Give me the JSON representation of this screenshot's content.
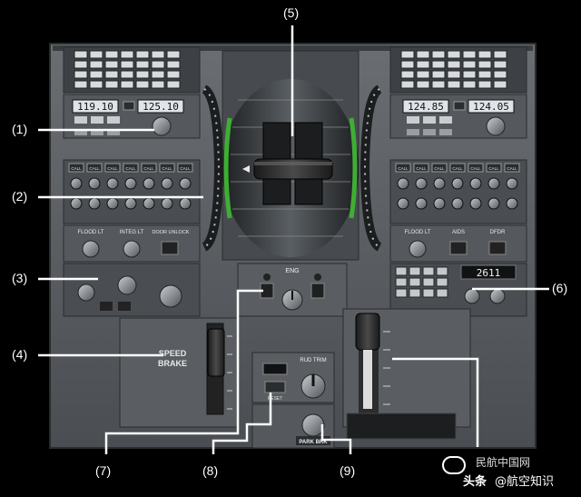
{
  "callouts": {
    "c1": "(1)",
    "c2": "(2)",
    "c3": "(3)",
    "c4": "(4)",
    "c5": "(5)",
    "c6": "(6)",
    "c7": "(7)",
    "c8": "(8)",
    "c9": "(9)"
  },
  "rmp": {
    "left_active": "119.10",
    "left_standby": "125.10",
    "right_active": "124.85",
    "right_standby": "124.05"
  },
  "atc_code": "2611",
  "panel_text": {
    "speed": "SPEED",
    "brake": "BRAKE",
    "park_brk": "PARK BRK",
    "eng": "ENG",
    "rud_trim": "RUD TRIM",
    "reset": "RESET",
    "flood_lt": "FLOOD LT",
    "integ_lt": "INTEG LT",
    "door_unlock": "DOOR UNLOCK",
    "aids": "AIDS",
    "dfdr": "DFDR",
    "call": "CALL"
  },
  "watermark": {
    "brand": "头条",
    "handle": "@航空知识",
    "site": "民航中国网"
  },
  "colors": {
    "callout_line": "#ffffff",
    "lcd": "#dfe4e8",
    "ring_green": "#3fae34",
    "panel": "#5c6064"
  }
}
